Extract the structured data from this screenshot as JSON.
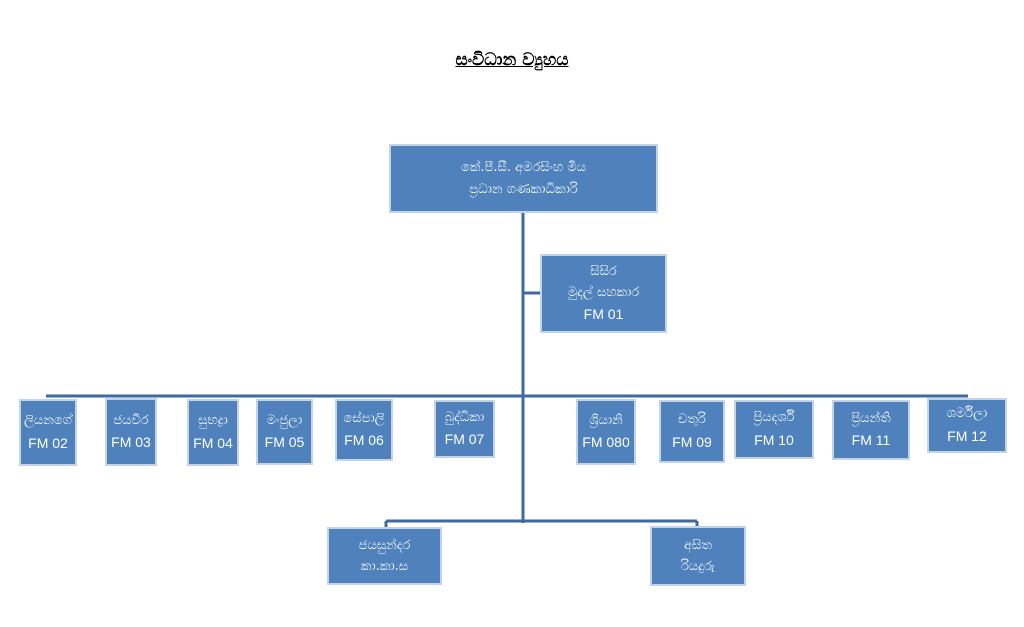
{
  "title": "සංවිධාන ව්‍යුහය",
  "head": {
    "name": "කේ.පී.සී. අමරසිංහ මිය",
    "role": "ප්‍රධාන ගණකාධිකාරි"
  },
  "assistant": {
    "name": "සිසිර",
    "role": "මුදල් සහකාර",
    "code": "FM 01"
  },
  "staff": [
    {
      "name": "ලියනගේ",
      "code": "FM 02"
    },
    {
      "name": "ජයවීර",
      "code": "FM 03"
    },
    {
      "name": "සුභද්‍රා",
      "code": "FM 04"
    },
    {
      "name": "මංජුලා",
      "code": "FM 05"
    },
    {
      "name": "සේපාලි",
      "code": "FM 06"
    },
    {
      "name": "බුද්ධිකා",
      "code": "FM 07"
    },
    {
      "name": "ශ්‍රියානි",
      "code": "FM 080"
    },
    {
      "name": "චතුරි",
      "code": "FM 09"
    },
    {
      "name": "ප්‍රියදර්ශි",
      "code": "FM 10"
    },
    {
      "name": "ප්‍රියන්ති",
      "code": "FM 11"
    },
    {
      "name": "ශර්මිලා",
      "code": "FM 12"
    }
  ],
  "support": [
    {
      "name": "ජයසුන්දර",
      "role": "කා.කා.ස"
    },
    {
      "name": "අසිත",
      "role": "රියදුරු"
    }
  ]
}
